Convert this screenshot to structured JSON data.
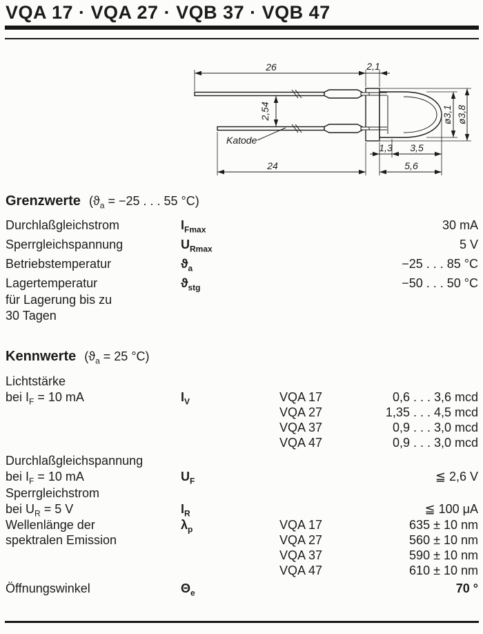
{
  "title": "VQA 17 · VQA 27 · VQB 37 · VQB 47",
  "colors": {
    "ink": "#1b1b1b",
    "paper": "#fcfcfa"
  },
  "drawing": {
    "dim_26": "26",
    "dim_2_1": "2,1",
    "dim_2_54": "2,54",
    "dim_24": "24",
    "dim_1_3": "1,3",
    "dim_3_5": "3,5",
    "dim_5_6": "5,6",
    "dia_3_1": "ø3,1",
    "dia_3_8": "ø3,8",
    "cathode_label": "Katode"
  },
  "grenzwerte": {
    "heading": "Grenzwerte",
    "cond_pre": "(ϑ",
    "cond_sub": "a",
    "cond_post": " = −25 . . . 55 °C)",
    "rows": [
      {
        "label": "Durchlaßgleichstrom",
        "sym": "I",
        "sub": "Fmax",
        "value": "30 mA"
      },
      {
        "label": "Sperrgleichspannung",
        "sym": "U",
        "sub": "Rmax",
        "value": "5 V"
      },
      {
        "label": "Betriebstemperatur",
        "sym": "ϑ",
        "sub": "a",
        "value": "−25 . . . 85 °C"
      },
      {
        "label": "Lagertemperatur",
        "label_note_1": "für Lagerung bis zu",
        "label_note_2": "30 Tagen",
        "sym": "ϑ",
        "sub": "stg",
        "value": "−50 . . . 50 °C"
      }
    ]
  },
  "kennwerte": {
    "heading": "Kennwerte",
    "cond_pre": "(ϑ",
    "cond_sub": "a",
    "cond_post": " = 25 °C)",
    "rows": {
      "lichtstaerke": {
        "label": "Lichtstärke",
        "cond_pre": "bei I",
        "cond_sub": "F",
        "cond_post": " = 10 mA",
        "sym": "I",
        "sub": "V",
        "variants": [
          {
            "type": "VQA 17",
            "value": "0,6 . . . 3,6 mcd"
          },
          {
            "type": "VQA 27",
            "value": "1,35 . . . 4,5 mcd"
          },
          {
            "type": "VQA 37",
            "value": "0,9 . . . 3,0 mcd"
          },
          {
            "type": "VQA 47",
            "value": "0,9 . . . 3,0 mcd"
          }
        ]
      },
      "durchlassspannung": {
        "label": "Durchlaßgleichspannung",
        "cond_pre": "bei I",
        "cond_sub": "F",
        "cond_post": " = 10 mA",
        "sym": "U",
        "sub": "F",
        "value": "≦ 2,6 V"
      },
      "sperrstrom": {
        "label": "Sperrgleichstrom",
        "cond_pre": "bei U",
        "cond_sub": "R",
        "cond_post": " = 5 V",
        "sym": "I",
        "sub": "R",
        "value": "≦ 100 μA"
      },
      "wellenlaenge": {
        "label_1": "Wellenlänge der",
        "label_2": "spektralen Emission",
        "sym": "λ",
        "sub": "p",
        "variants": [
          {
            "type": "VQA 17",
            "value": "635 ± 10 nm"
          },
          {
            "type": "VQA 27",
            "value": "560 ± 10 nm"
          },
          {
            "type": "VQA 37",
            "value": "590 ± 10 nm"
          },
          {
            "type": "VQA 47",
            "value": "610 ± 10 nm"
          }
        ]
      },
      "oeffnungswinkel": {
        "label": "Öffnungswinkel",
        "sym": "Θ",
        "sub": "e",
        "value": "70 °"
      }
    }
  }
}
